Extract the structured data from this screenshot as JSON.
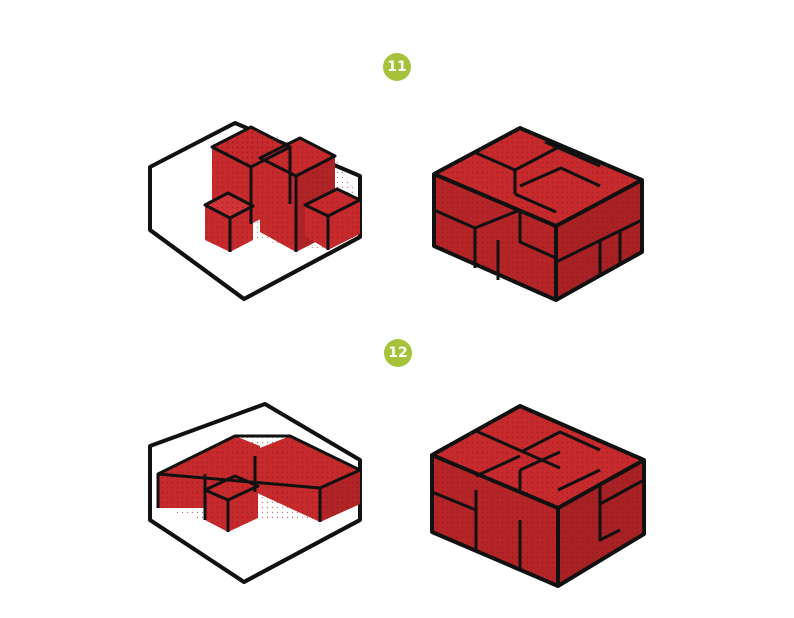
{
  "badge_color": "#a6c23a",
  "cube_color": "#c62a2c",
  "cube_edge_color": "#8e1618",
  "outline_color": "#111111",
  "puzzles": [
    {
      "number": "11",
      "views": [
        "partial-assembly-in-box",
        "complete-cube"
      ]
    },
    {
      "number": "12",
      "views": [
        "partial-assembly-in-box",
        "complete-cube"
      ]
    }
  ]
}
